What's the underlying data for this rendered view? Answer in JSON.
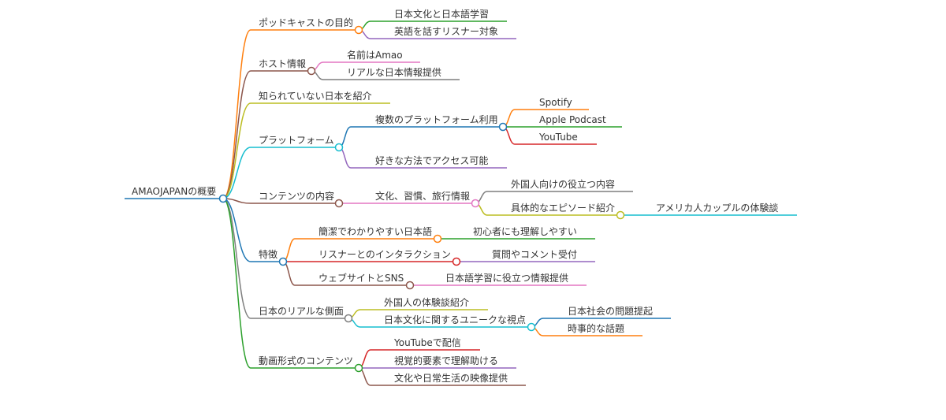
{
  "mindmap": {
    "root": {
      "label": "AMAOJAPANの概要",
      "color": "#1f77b4",
      "children": [
        {
          "label": "ポッドキャストの目的",
          "color": "#ff7f0e",
          "children": [
            {
              "label": "日本文化と日本語学習",
              "color": "#2ca02c"
            },
            {
              "label": "英語を話すリスナー対象",
              "color": "#9467bd"
            }
          ]
        },
        {
          "label": "ホスト情報",
          "color": "#8c564b",
          "children": [
            {
              "label": "名前はAmao",
              "color": "#e377c2"
            },
            {
              "label": "リアルな日本情報提供",
              "color": "#7f7f7f"
            }
          ]
        },
        {
          "label": "知られていない日本を紹介",
          "color": "#bcbd22"
        },
        {
          "label": "プラットフォーム",
          "color": "#17becf",
          "children": [
            {
              "label": "複数のプラットフォーム利用",
              "color": "#1f77b4",
              "children": [
                {
                  "label": "Spotify",
                  "color": "#ff7f0e"
                },
                {
                  "label": "Apple Podcast",
                  "color": "#2ca02c"
                },
                {
                  "label": "YouTube",
                  "color": "#d62728"
                }
              ]
            },
            {
              "label": "好きな方法でアクセス可能",
              "color": "#9467bd"
            }
          ]
        },
        {
          "label": "コンテンツの内容",
          "color": "#8c564b",
          "children": [
            {
              "label": "文化、習慣、旅行情報",
              "color": "#e377c2",
              "children": [
                {
                  "label": "外国人向けの役立つ内容",
                  "color": "#7f7f7f"
                },
                {
                  "label": "具体的なエピソード紹介",
                  "color": "#bcbd22",
                  "children": [
                    {
                      "label": "アメリカ人カップルの体験談",
                      "color": "#17becf"
                    }
                  ]
                }
              ]
            }
          ]
        },
        {
          "label": "特徴",
          "color": "#1f77b4",
          "children": [
            {
              "label": "簡潔でわかりやすい日本語",
              "color": "#ff7f0e",
              "children": [
                {
                  "label": "初心者にも理解しやすい",
                  "color": "#2ca02c"
                }
              ]
            },
            {
              "label": "リスナーとのインタラクション",
              "color": "#d62728",
              "children": [
                {
                  "label": "質問やコメント受付",
                  "color": "#9467bd"
                }
              ]
            },
            {
              "label": "ウェブサイトとSNS",
              "color": "#8c564b",
              "children": [
                {
                  "label": "日本語学習に役立つ情報提供",
                  "color": "#e377c2"
                }
              ]
            }
          ]
        },
        {
          "label": "日本のリアルな側面",
          "color": "#7f7f7f",
          "children": [
            {
              "label": "外国人の体験談紹介",
              "color": "#bcbd22"
            },
            {
              "label": "日本文化に関するユニークな視点",
              "color": "#17becf",
              "children": [
                {
                  "label": "日本社会の問題提起",
                  "color": "#1f77b4"
                },
                {
                  "label": "時事的な話題",
                  "color": "#ff7f0e"
                }
              ]
            }
          ]
        },
        {
          "label": "動画形式のコンテンツ",
          "color": "#2ca02c",
          "children": [
            {
              "label": "YouTubeで配信",
              "color": "#d62728"
            },
            {
              "label": "視覚的要素で理解助ける",
              "color": "#9467bd"
            },
            {
              "label": "文化や日常生活の映像提供",
              "color": "#8c564b"
            }
          ]
        }
      ]
    }
  }
}
